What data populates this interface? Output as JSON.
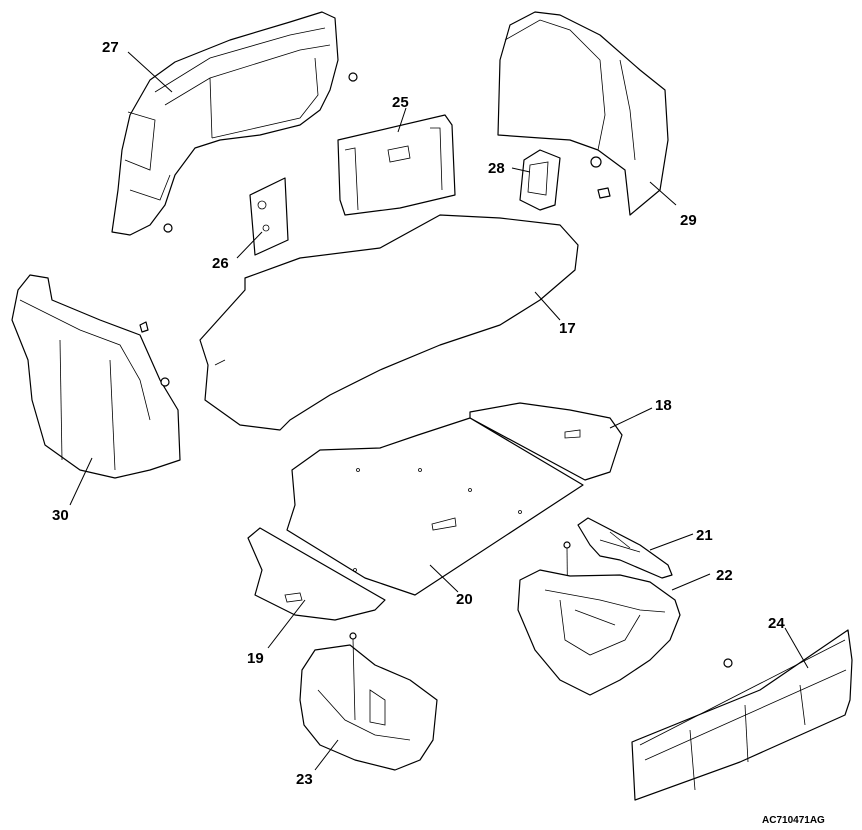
{
  "diagram": {
    "drawing_code": "AC710471AG",
    "callouts": [
      {
        "id": "17",
        "label": "17"
      },
      {
        "id": "18",
        "label": "18"
      },
      {
        "id": "19",
        "label": "19"
      },
      {
        "id": "20",
        "label": "20"
      },
      {
        "id": "21",
        "label": "21"
      },
      {
        "id": "22",
        "label": "22"
      },
      {
        "id": "23",
        "label": "23"
      },
      {
        "id": "24",
        "label": "24"
      },
      {
        "id": "25",
        "label": "25"
      },
      {
        "id": "26",
        "label": "26"
      },
      {
        "id": "27",
        "label": "27"
      },
      {
        "id": "28",
        "label": "28"
      },
      {
        "id": "29",
        "label": "29"
      },
      {
        "id": "30",
        "label": "30"
      }
    ]
  }
}
